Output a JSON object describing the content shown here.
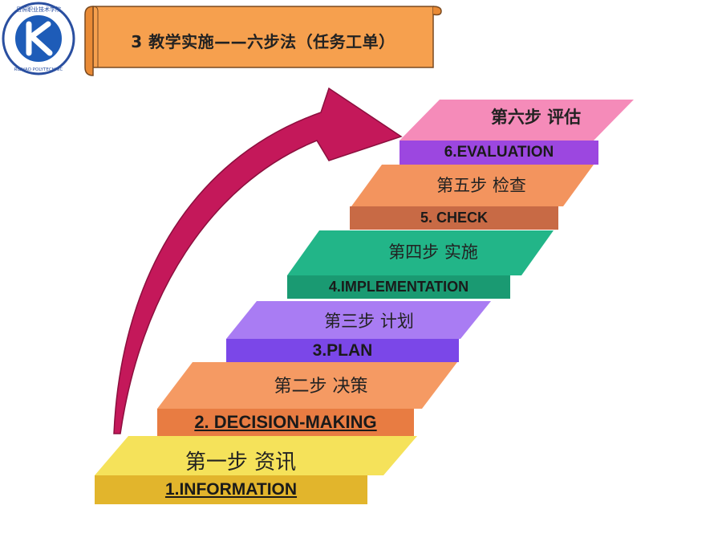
{
  "header": {
    "title": "3 教学实施——六步法（任务工单）",
    "logo_text_top": "日照职业技术学院",
    "logo_text_bottom": "RIZHAO POLYTECHNIC"
  },
  "steps": [
    {
      "zh": "第一步 资讯",
      "en": "1.INFORMATION",
      "top_color": "#f5e25a",
      "band_color": "#e2b52c"
    },
    {
      "zh": "第二步 决策",
      "en": "2. DECISION-MAKING",
      "top_color": "#f59a63",
      "band_color": "#e87c42"
    },
    {
      "zh": "第三步 计划",
      "en": "3.PLAN",
      "top_color": "#a97cf3",
      "band_color": "#7b47e8"
    },
    {
      "zh": "第四步 实施",
      "en": "4.IMPLEMENTATION",
      "top_color": "#22b588",
      "band_color": "#1a9a72"
    },
    {
      "zh": "第五步 检查",
      "en": "5. CHECK",
      "top_color": "#f3945e",
      "band_color": "#c86a45"
    },
    {
      "zh": "第六步 评估",
      "en": "6.EVALUATION",
      "top_color": "#f58bb9",
      "band_color": "#9c47e0"
    }
  ],
  "colors": {
    "banner_fill": "#f6a04e",
    "arrow": "#c4185a"
  }
}
